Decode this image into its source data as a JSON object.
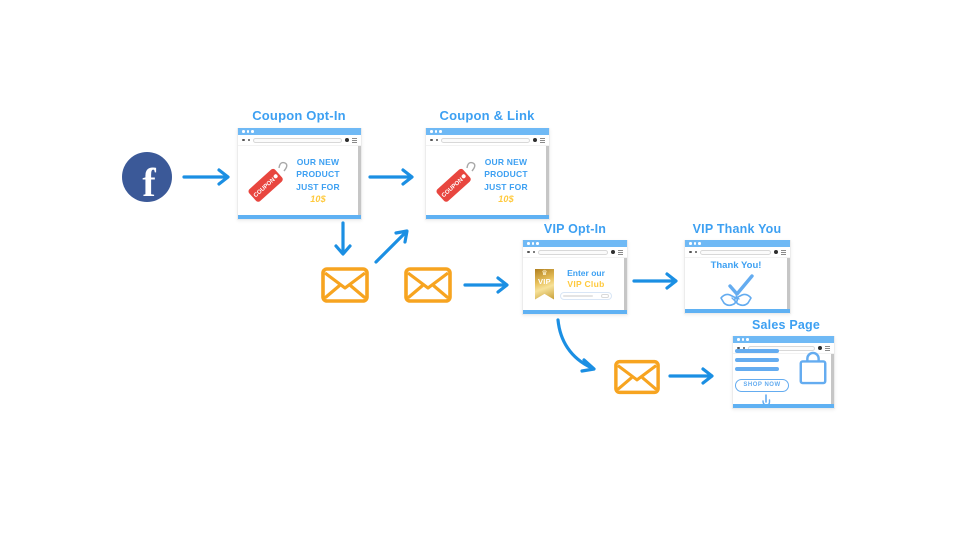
{
  "palette": {
    "heading-blue": "#3DA0F2",
    "arrow-blue": "#1B8FE3",
    "titlebar-blue": "#6FB9F5",
    "bottombar-blue": "#5FB1F3",
    "gold": "#FFC93C",
    "orange": "#F7A420",
    "red": "#E8463F",
    "fb-navy": "#3B5998",
    "light-blue": "#64ACF0"
  },
  "nodes": {
    "facebook": {
      "letter": "f"
    },
    "coupon_optin": {
      "title": "Coupon Opt-In",
      "tag_label": "COUPON",
      "line1": "OUR NEW",
      "line2": "PRODUCT",
      "line3": "JUST FOR",
      "price": "10$"
    },
    "coupon_link": {
      "title": "Coupon & Link",
      "tag_label": "COUPON",
      "line1": "OUR NEW",
      "line2": "PRODUCT",
      "line3": "JUST FOR",
      "price": "10$"
    },
    "vip_optin": {
      "title": "VIP Opt-In",
      "badge": "VIP",
      "crown": "♛",
      "line1": "Enter our",
      "line2": "VIP Club"
    },
    "vip_thankyou": {
      "title": "VIP Thank You",
      "message": "Thank You!"
    },
    "sales_page": {
      "title": "Sales Page",
      "button": "SHOP NOW"
    }
  }
}
